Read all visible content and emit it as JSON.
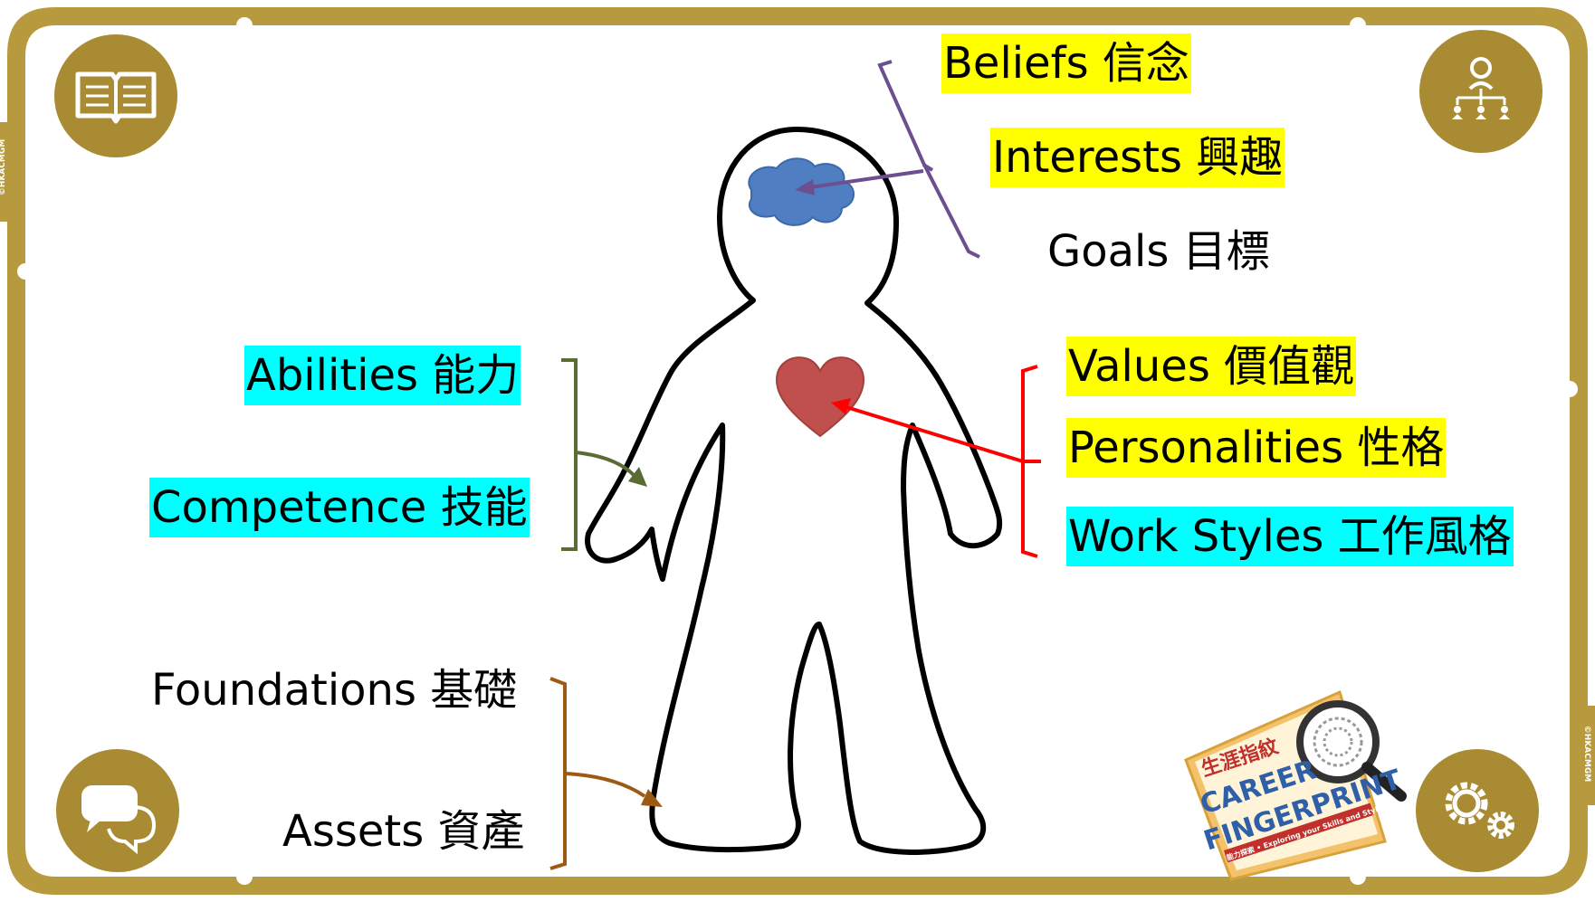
{
  "colors": {
    "frame": "#b89a3e",
    "frame_icon_bg": "#a98b33",
    "highlight_yellow": "#ffff00",
    "highlight_cyan": "#00ffff",
    "brain": "#4f7fc2",
    "heart": "#c0504d",
    "bracket_head": "#6b4f8f",
    "bracket_skills": "#5a6b34",
    "bracket_heart": "#ff0000",
    "bracket_feet": "#9c5a14"
  },
  "corner_icons": {
    "top_left": "book-icon",
    "top_right": "hierarchy-icon",
    "bottom_left": "chat-bubbles-icon",
    "bottom_right": "gears-icon"
  },
  "watermark": "©HKACMGM",
  "labels": {
    "beliefs": "Beliefs 信念",
    "interests": "Interests 興趣",
    "goals": "Goals 目標",
    "values": "Values 價值觀",
    "personalities": "Personalities  性格",
    "work_styles": "Work Styles 工作風格",
    "abilities": "Abilities 能力",
    "competence": "Competence 技能",
    "foundations": "Foundations 基礎",
    "assets": "Assets 資產"
  },
  "logo": {
    "chinese": "生涯指紋",
    "line1": "CAREER",
    "line2": "FINGERPRINT",
    "tagline": "能力探索 • Exploring your Skills and Styles"
  }
}
